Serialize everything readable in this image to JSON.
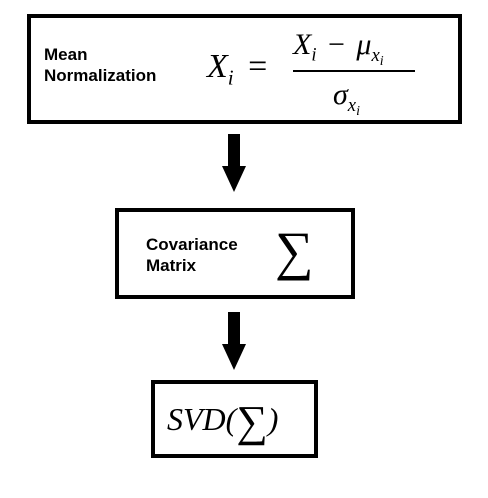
{
  "colors": {
    "stroke": "#000000",
    "background": "#ffffff"
  },
  "step1": {
    "label_line1": "Mean",
    "label_line2": "Normalization",
    "lhs": "X",
    "lhs_sub": "i",
    "equals": "=",
    "num_var": "X",
    "num_sub": "i",
    "minus": "−",
    "mu": "μ",
    "mu_sub": "x",
    "mu_subsub": "i",
    "sigma": "σ",
    "sigma_sub": "x",
    "sigma_subsub": "i"
  },
  "step2": {
    "label_line1": "Covariance",
    "label_line2": "Matrix",
    "symbol": "∑"
  },
  "step3": {
    "prefix": "SVD(",
    "symbol": "∑",
    "suffix": ")"
  }
}
